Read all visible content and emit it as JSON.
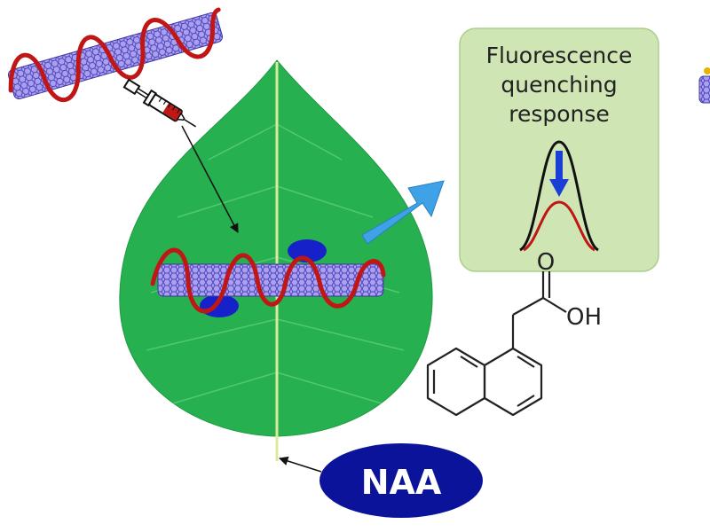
{
  "panel": {
    "title_line1": "Fluorescence",
    "title_line2": "quenching",
    "title_line3": "response"
  },
  "analyte": {
    "label": "NAA"
  },
  "molecule": {
    "atom_o": "O",
    "atom_oh": "OH"
  },
  "colors": {
    "leaf": "#27b04f",
    "leaf_vein": "#d8eaa0",
    "nanotube": "#6b5fd0",
    "dna_wrap": "#c01616",
    "blob": "#1621c9",
    "panel_bg": "#cfe6b4",
    "arrow": "#3fa2e6",
    "ellipse": "#0b139a"
  },
  "icons": [
    "syringe-icon",
    "arrow-right-icon",
    "quench-arrow-down-icon"
  ]
}
